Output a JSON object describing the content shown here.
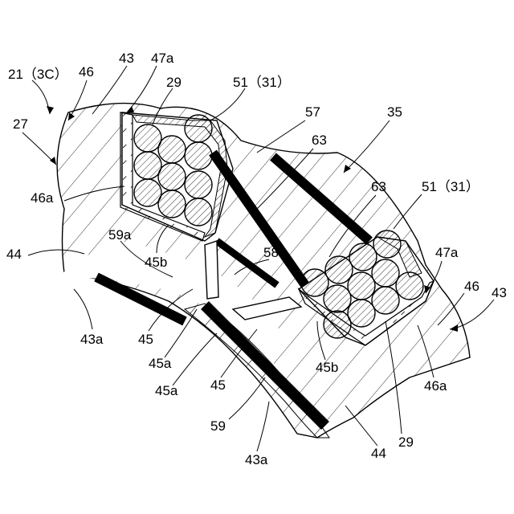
{
  "labels": {
    "l_21": "21（3C）",
    "l_46_top": "46",
    "l_43_top": "43",
    "l_47a_top": "47a",
    "l_29_top": "29",
    "l_51_top": "51（31）",
    "l_27": "27",
    "l_57": "57",
    "l_35": "35",
    "l_63_a": "63",
    "l_63_b": "63",
    "l_46a_left": "46a",
    "l_51_right": "51（31）",
    "l_59a": "59a",
    "l_44_left": "44",
    "l_45b_left": "45b",
    "l_58": "58",
    "l_47a_right": "47a",
    "l_46_right": "46",
    "l_43_right": "43",
    "l_43a_left": "43a",
    "l_45_left": "45",
    "l_45a_upper": "45a",
    "l_45a_lower": "45a",
    "l_45_mid": "45",
    "l_45b_right": "45b",
    "l_46a_right": "46a",
    "l_59": "59",
    "l_29_bottom": "29",
    "l_44_bottom": "44",
    "l_43a_bottom": "43a"
  }
}
